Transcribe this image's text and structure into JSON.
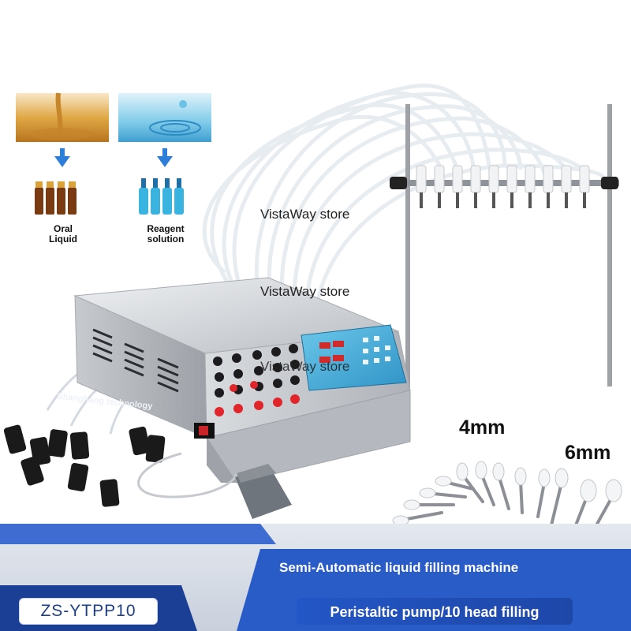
{
  "usage_panels": [
    {
      "caption": "Oral\nLiquid",
      "icon": "oil-pour-icon",
      "bottle_icon": "amber-vials-icon"
    },
    {
      "caption": "Reagent\nsolution",
      "icon": "water-drop-icon",
      "bottle_icon": "blue-bottles-icon"
    }
  ],
  "watermarks": [
    "VistaWay store",
    "VistaWay store",
    "VistaWay store"
  ],
  "machine_brand": "Shanghang technology",
  "nozzle_sizes": {
    "small": "4mm",
    "large": "6mm"
  },
  "banner": {
    "title": "Semi-Automatic liquid filling machine",
    "subtitle": "Peristaltic pump/10 head filling",
    "model": "ZS-YTPP10"
  },
  "colors": {
    "banner_top": "#d7dce6",
    "banner_blue": "#2a5cc8",
    "banner_dark": "#1b3f95",
    "arrow_blue": "#2d7ed8",
    "machine_steel": "#c9ccd1",
    "panel_blue": "#4fb6de",
    "button_red": "#e0252b"
  }
}
